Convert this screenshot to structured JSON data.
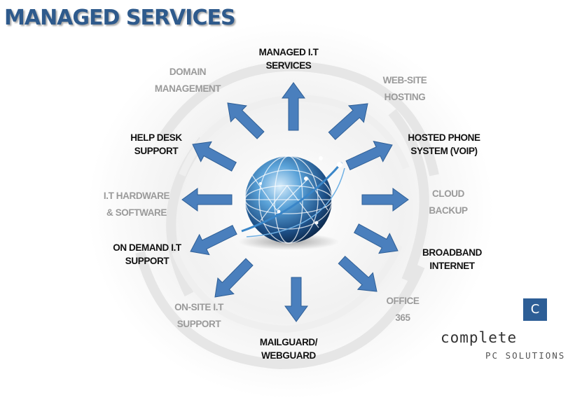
{
  "title": "MANAGED SERVICES",
  "services": [
    {
      "id": "managed-it",
      "lines": [
        "MANAGED I.T",
        "SERVICES"
      ],
      "style": "dark"
    },
    {
      "id": "web-site-hosting",
      "lines": [
        "WEB-SITE",
        "HOSTING"
      ],
      "style": "gray"
    },
    {
      "id": "hosted-phone",
      "lines": [
        "HOSTED PHONE",
        "SYSTEM  (VOIP)"
      ],
      "style": "dark"
    },
    {
      "id": "cloud-backup",
      "lines": [
        "CLOUD",
        "BACKUP"
      ],
      "style": "gray"
    },
    {
      "id": "broadband",
      "lines": [
        "BROADBAND",
        "INTERNET"
      ],
      "style": "dark"
    },
    {
      "id": "office-365",
      "lines": [
        "OFFICE",
        "365"
      ],
      "style": "gray"
    },
    {
      "id": "mailguard",
      "lines": [
        "MAILGUARD/",
        "WEBGUARD"
      ],
      "style": "dark"
    },
    {
      "id": "onsite",
      "lines": [
        "ON-SITE I.T",
        "SUPPORT"
      ],
      "style": "gray"
    },
    {
      "id": "on-demand",
      "lines": [
        "ON DEMAND I.T",
        "SUPPORT"
      ],
      "style": "dark"
    },
    {
      "id": "hardware-software",
      "lines": [
        "I.T HARDWARE",
        "& SOFTWARE"
      ],
      "style": "gray"
    },
    {
      "id": "help-desk",
      "lines": [
        "HELP DESK",
        "SUPPORT"
      ],
      "style": "dark"
    },
    {
      "id": "domain",
      "lines": [
        "DOMAIN",
        "MANAGEMENT"
      ],
      "style": "gray"
    }
  ],
  "logo": {
    "letter": "C",
    "name": "complete",
    "tagline": "PC SOLUTIONS",
    "color": "#2d5e96"
  },
  "colors": {
    "title": "#2e5a8c",
    "arrow": "#4a7fbd",
    "label_dark": "#111111",
    "label_gray": "#9a9a9a"
  }
}
